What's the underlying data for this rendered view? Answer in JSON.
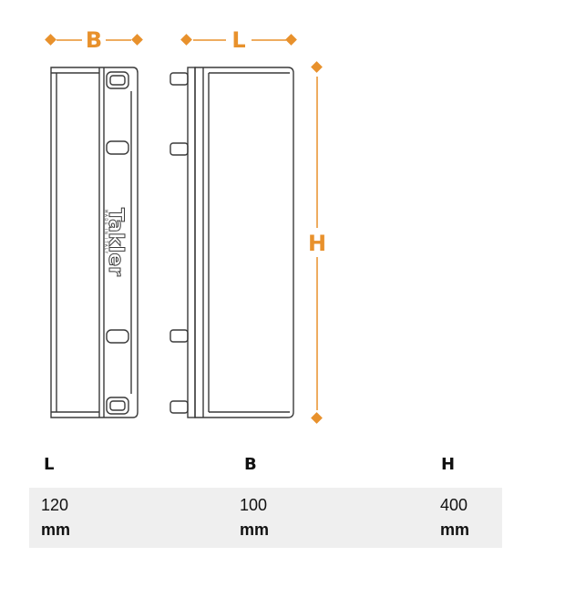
{
  "dimensions": {
    "width_label": "B",
    "length_label": "L",
    "height_label": "H"
  },
  "brand": {
    "name": "Takler",
    "tagline": "MADE IN ITALY"
  },
  "specs": {
    "headers": [
      "L",
      "B",
      "H"
    ],
    "values": [
      "120",
      "100",
      "400"
    ],
    "units": [
      "mm",
      "mm",
      "mm"
    ]
  },
  "colors": {
    "accent": "#e8912c",
    "outline": "#3a3a3a",
    "table_bg": "#efefef"
  }
}
